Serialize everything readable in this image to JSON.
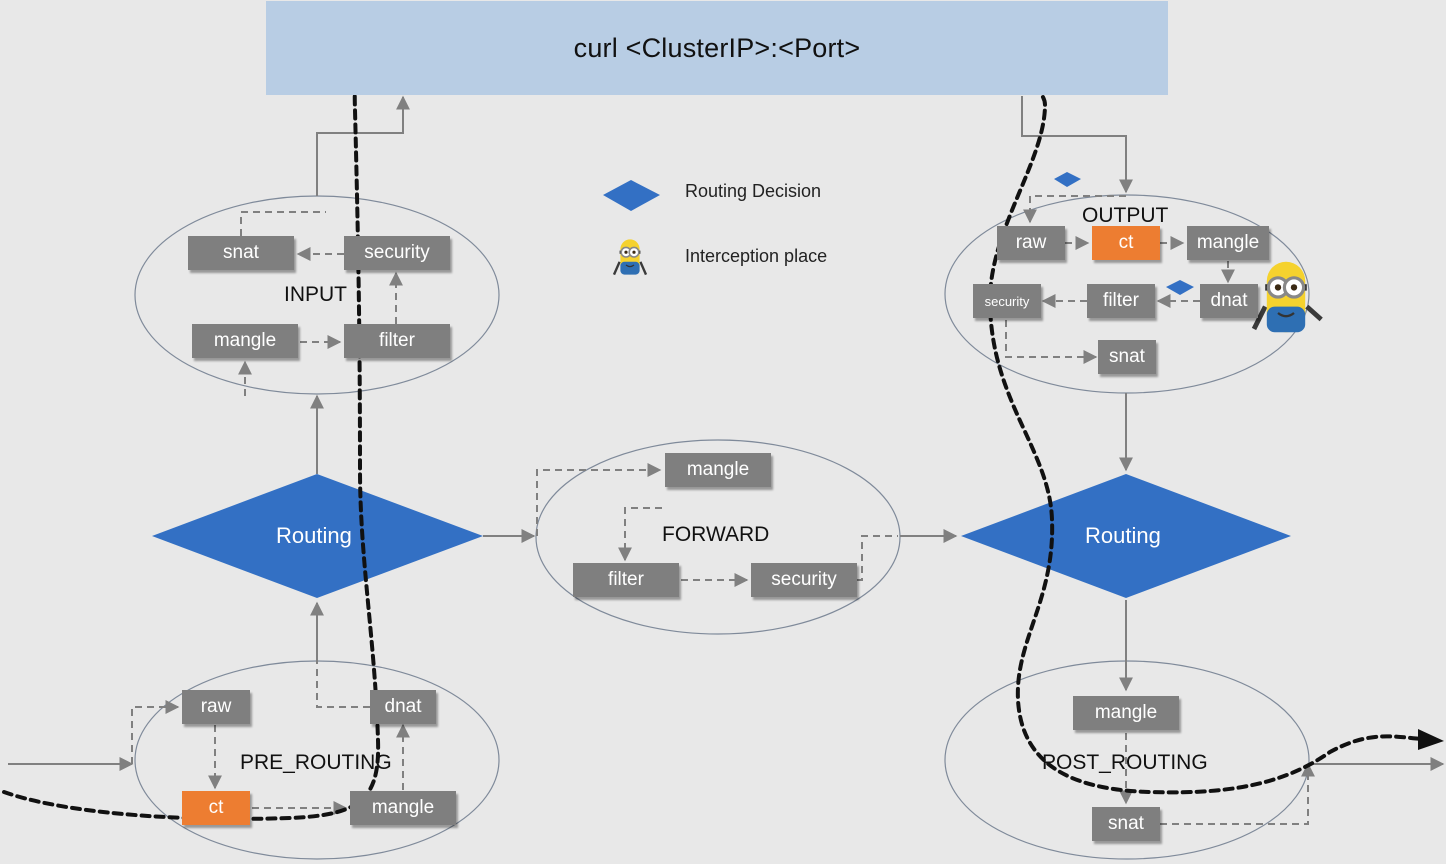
{
  "banner": {
    "command": "curl <ClusterIP>:<Port>"
  },
  "legend": {
    "routing_decision": "Routing Decision",
    "interception_place": "Interception place"
  },
  "routing_left": "Routing",
  "routing_right": "Routing",
  "input_chain": {
    "name": "INPUT",
    "tables": {
      "snat": "snat",
      "security": "security",
      "mangle": "mangle",
      "filter": "filter"
    }
  },
  "forward_chain": {
    "name": "FORWARD",
    "tables": {
      "mangle": "mangle",
      "filter": "filter",
      "security": "security"
    }
  },
  "prerouting_chain": {
    "name": "PRE_ROUTING",
    "tables": {
      "raw": "raw",
      "dnat": "dnat",
      "ct": "ct",
      "mangle": "mangle"
    }
  },
  "output_chain": {
    "name": "OUTPUT",
    "tables": {
      "raw": "raw",
      "ct": "ct",
      "mangle": "mangle",
      "security": "security",
      "filter": "filter",
      "dnat": "dnat",
      "snat": "snat"
    }
  },
  "postrouting_chain": {
    "name": "POST_ROUTING",
    "tables": {
      "mangle": "mangle",
      "snat": "snat"
    }
  },
  "colors": {
    "table_box": "#7f7f7f",
    "conntrack_box": "#ed7d31",
    "routing_diamond": "#3370c4",
    "banner": "#b8cde4",
    "flow_line": "#808080",
    "packet_path": "#111111"
  },
  "icons": {
    "interception": "minion-icon",
    "routing": "diamond-icon"
  }
}
